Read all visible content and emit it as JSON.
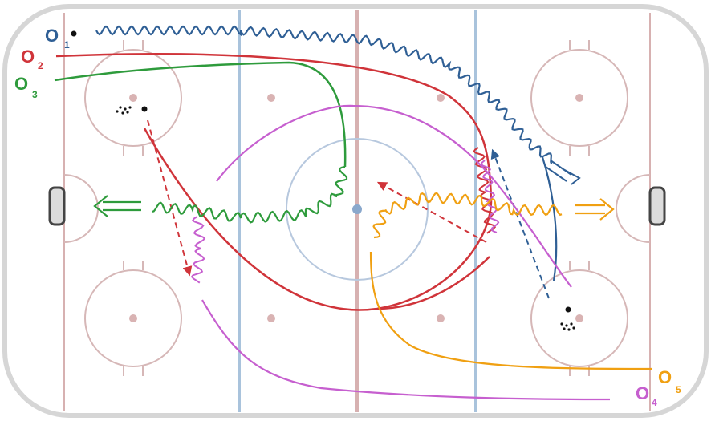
{
  "players": [
    {
      "id": "O1",
      "letter": "O",
      "num": "1",
      "color": "#2f5f95"
    },
    {
      "id": "O2",
      "letter": "O",
      "num": "2",
      "color": "#d0343a"
    },
    {
      "id": "O3",
      "letter": "O",
      "num": "3",
      "color": "#2e9b3c"
    },
    {
      "id": "O4",
      "letter": "O",
      "num": "4",
      "color": "#c65fcf"
    },
    {
      "id": "O5",
      "letter": "O",
      "num": "5",
      "color": "#f0a012"
    }
  ],
  "colors": {
    "boards": "#d9d9d9",
    "blue_line": "#a9c3dc",
    "red_line": "#d7b1b1",
    "circle": "#d6b7b7",
    "center_circle": "#b7c8de",
    "center_dot": "#8aa8cc",
    "dot": "#d9b3b3",
    "goal": "#5a5a5a"
  }
}
